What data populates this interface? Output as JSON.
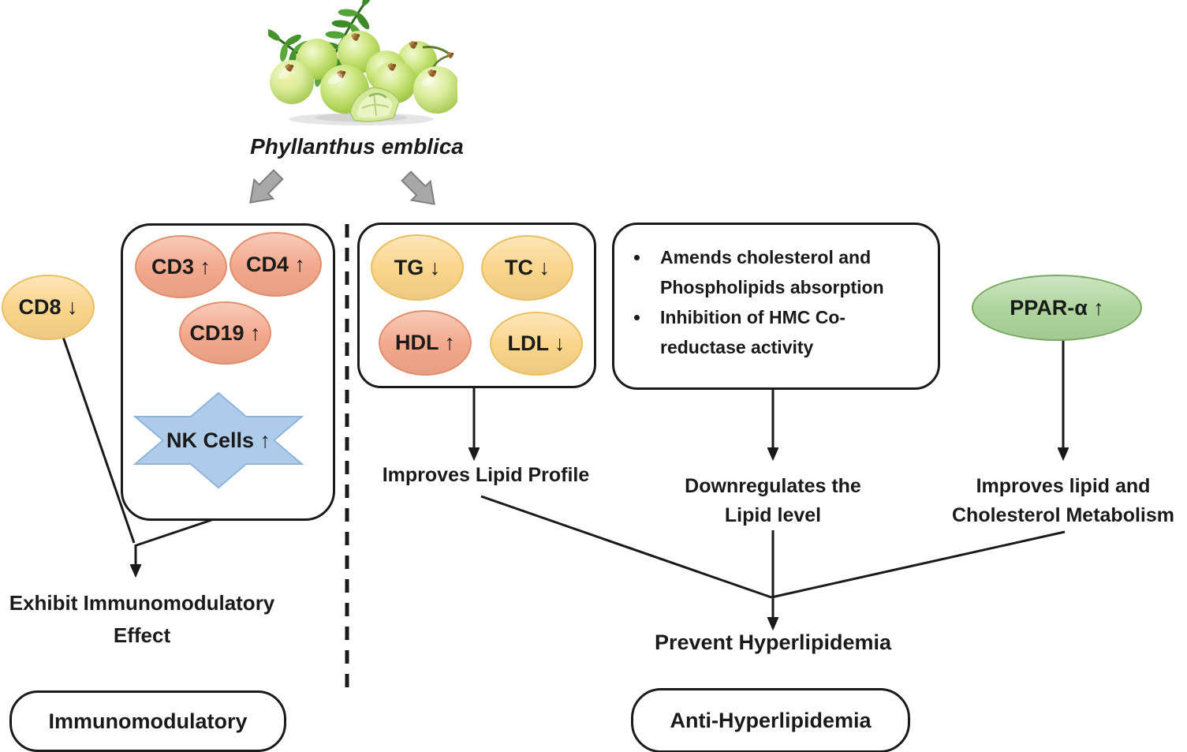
{
  "colors": {
    "line-color": "#1a1a1a",
    "yellow-fill": "#F9D489",
    "yellow-border": "#EBBE62",
    "salmon-fill": "#F3A78B",
    "salmon-border": "#E18E6E",
    "blue-fill": "#AECBEA",
    "blue-border": "#8FB4DC",
    "green-fill": "#ACD49B",
    "green-border": "#77AA60",
    "gray-arrow-fill": "#A8A8A8",
    "gray-arrow-border": "#7F7F7F"
  },
  "plant": {
    "name": "Phyllanthus emblica"
  },
  "immuno": {
    "cd8": "CD8 ↓",
    "cd3": "CD3 ↑",
    "cd4": "CD4 ↑",
    "cd19": "CD19 ↑",
    "nk": "NK Cells ↑",
    "effect_line1": "Exhibit Immunomodulatory",
    "effect_line2": "Effect",
    "category": "Immunomodulatory"
  },
  "lipid": {
    "tg": "TG ↓",
    "tc": "TC ↓",
    "hdl": "HDL ↑",
    "ldl": "LDL ↓",
    "mechanisms": [
      "Amends cholesterol and Phospholipids absorption",
      "Inhibition of HMC Co-reductase activity"
    ],
    "ppar": "PPAR-α ↑",
    "improves_profile": "Improves Lipid Profile",
    "downregulates_line1": "Downregulates the",
    "downregulates_line2": "Lipid level",
    "metabolism_line1": "Improves lipid and",
    "metabolism_line2": "Cholesterol Metabolism",
    "prevent": "Prevent Hyperlipidemia",
    "category": "Anti-Hyperlipidemia"
  }
}
